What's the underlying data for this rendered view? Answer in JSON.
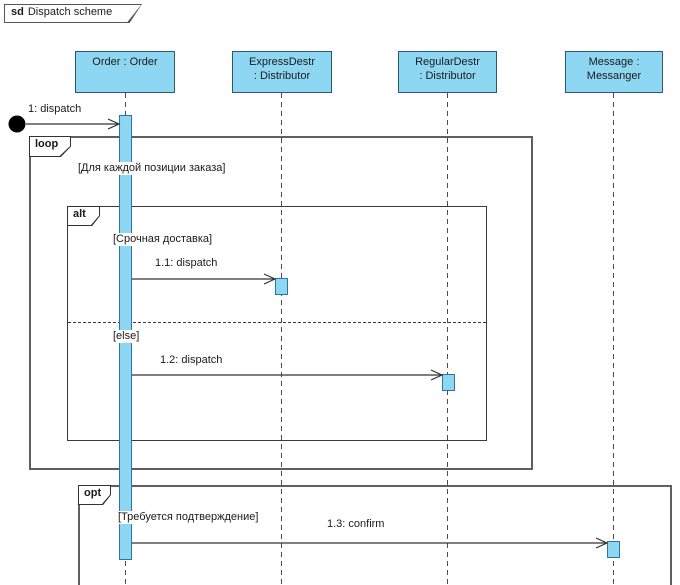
{
  "frame": {
    "operator": "sd",
    "title": "Dispatch scheme"
  },
  "lifelines": [
    {
      "id": "order",
      "lines": [
        "Order : Order"
      ]
    },
    {
      "id": "express",
      "lines": [
        "ExpressDestr",
        ": Distributor"
      ]
    },
    {
      "id": "regular",
      "lines": [
        "RegularDestr",
        ": Distributor"
      ]
    },
    {
      "id": "message",
      "lines": [
        "Message :",
        "Messanger"
      ]
    }
  ],
  "messages": [
    {
      "label": "1: dispatch",
      "from": "start",
      "to": "order"
    },
    {
      "label": "1.1: dispatch",
      "from": "order",
      "to": "express"
    },
    {
      "label": "1.2: dispatch",
      "from": "order",
      "to": "regular"
    },
    {
      "label": "1.3: confirm",
      "from": "order",
      "to": "message"
    }
  ],
  "fragments": [
    {
      "operator": "loop",
      "guard": "[Для каждой позиции заказа]"
    },
    {
      "operator": "alt",
      "guard1": "[Срочная доставка]",
      "guard2": "[else]"
    },
    {
      "operator": "opt",
      "guard": "[Требуется подтверждение]"
    }
  ],
  "colors": {
    "shape-fill": "#8ED7F3",
    "shape-border": "#2E586E",
    "activation-border": "#2E75A3",
    "frame-border": "#5F5F5F",
    "line": "#333333"
  }
}
